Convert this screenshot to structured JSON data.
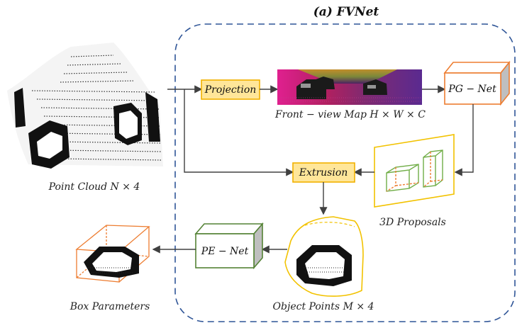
{
  "title": "(a) FVNet",
  "labels": {
    "point_cloud": "Point Cloud N × 4",
    "front_view_map": "Front − view Map H × W × C",
    "proposals": "3D Proposals",
    "object_points": "Object Points M × 4",
    "box_parameters": "Box Parameters"
  },
  "modules": {
    "projection": "Projection",
    "extrusion": "Extrusion",
    "pg_net": "PG − Net",
    "pe_net": "PE − Net"
  },
  "colors": {
    "frame": "#2f5597",
    "module_fill": "#ffe699",
    "module_border": "#f2b100",
    "pg_net_border": "#ed7d31",
    "pe_net_border": "#548235",
    "proposal_plane": "#f2c200",
    "proposal_green": "#70ad47",
    "proposal_orange": "#ed7d31",
    "arrow": "#404040"
  }
}
